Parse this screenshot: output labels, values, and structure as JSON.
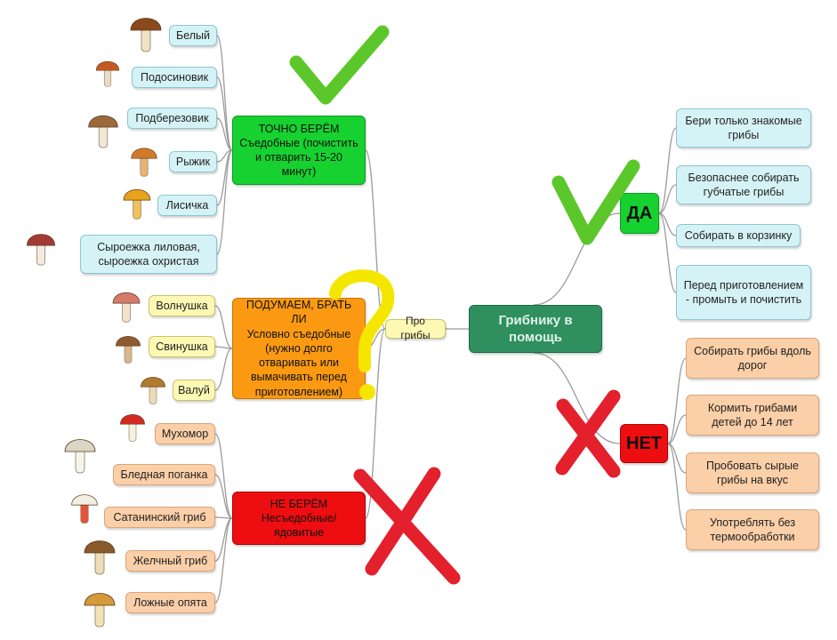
{
  "center": {
    "label": "Грибнику в помощь"
  },
  "about": {
    "label": "Про грибы"
  },
  "categories": {
    "edible": {
      "heading": "ТОЧНО БЕРЁМ",
      "text": "Съедобные (почистить и отварить 15-20 минут)"
    },
    "conditional": {
      "heading": "ПОДУМАЕМ, БРАТЬ ЛИ",
      "text": "Условно съедобные (нужно долго отваривать или вымачивать перед приготовлением)"
    },
    "poison": {
      "heading": "НЕ БЕРЁМ",
      "text": "Несъедобные/ ядовитые"
    }
  },
  "edible_items": [
    "Белый",
    "Подосиновик",
    "Подберезовик",
    "Рыжик",
    "Лисичка",
    "Сыроежка лиловая, сыроежка охристая"
  ],
  "conditional_items": [
    "Волнушка",
    "Свинушка",
    "Валуй"
  ],
  "poison_items": [
    "Мухомор",
    "Бледная поганка",
    "Сатанинский гриб",
    "Желчный гриб",
    "Ложные опята"
  ],
  "yes": {
    "label": "ДА",
    "items": [
      "Бери только знакомые грибы",
      "Безопаснее собирать губчатые грибы",
      "Собирать в корзинку",
      "Перед приготовлением - промыть и почистить"
    ]
  },
  "no": {
    "label": "НЕТ",
    "items": [
      "Собирать грибы вдоль дорог",
      "Кормить грибами детей до 14 лет",
      "Пробовать сырые грибы на вкус",
      "Употреблять без термообработки"
    ]
  },
  "colors": {
    "edible": "#17d130",
    "conditional": "#fb9a12",
    "poison": "#ee0d10",
    "center": "#2f8f5f",
    "check_mark": "#5cc72a",
    "cross_mark": "#e3202c",
    "question_mark": "#f5e600",
    "connector": "#9b9b9b"
  },
  "icons": [
    "check-mark-icon",
    "question-mark-icon",
    "cross-mark-icon",
    "mushroom-icon"
  ]
}
